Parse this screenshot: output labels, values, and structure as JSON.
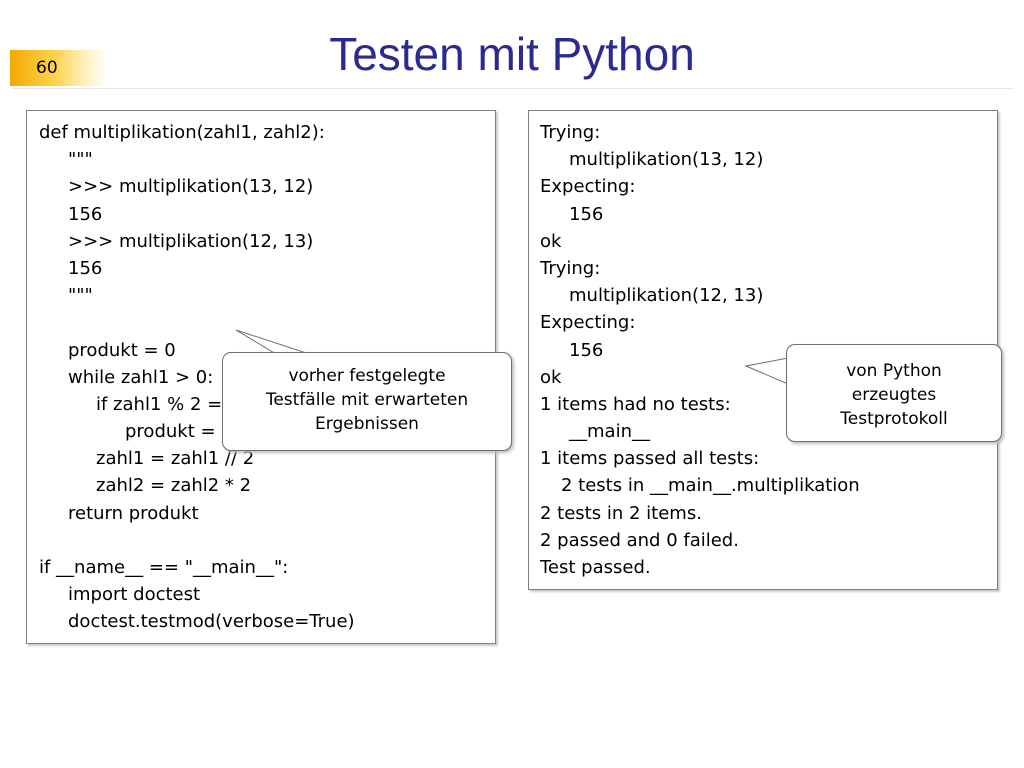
{
  "slide": {
    "number": "60",
    "title": "Testen mit Python"
  },
  "code": {
    "lines": [
      {
        "text": "def multiplikation(zahl1, zahl2):",
        "indent": 0
      },
      {
        "text": "\"\"\"",
        "indent": 1
      },
      {
        "text": ">>> multiplikation(13, 12)",
        "indent": 1
      },
      {
        "text": "156",
        "indent": 1
      },
      {
        "text": ">>> multiplikation(12, 13)",
        "indent": 1
      },
      {
        "text": "156",
        "indent": 1
      },
      {
        "text": "\"\"\"",
        "indent": 1
      },
      {
        "text": "",
        "indent": 0
      },
      {
        "text": "produkt = 0",
        "indent": 1
      },
      {
        "text": "while zahl1 > 0:",
        "indent": 1
      },
      {
        "text": "if zahl1 % 2 == 1:",
        "indent": 2
      },
      {
        "text": "produkt = produkt + zahl2",
        "indent": 3
      },
      {
        "text": "zahl1 = zahl1 // 2",
        "indent": 2
      },
      {
        "text": "zahl2 = zahl2 * 2",
        "indent": 2
      },
      {
        "text": "return produkt",
        "indent": 1
      },
      {
        "text": "",
        "indent": 0
      },
      {
        "text": "if __name__ == \"__main__\":",
        "indent": 0
      },
      {
        "text": "import doctest",
        "indent": 1
      },
      {
        "text": "doctest.testmod(verbose=True)",
        "indent": 1
      }
    ]
  },
  "output": {
    "lines": [
      {
        "text": "Trying:",
        "indent": 0
      },
      {
        "text": "multiplikation(13, 12)",
        "indent": 1
      },
      {
        "text": "Expecting:",
        "indent": 0
      },
      {
        "text": "156",
        "indent": 1
      },
      {
        "text": "ok",
        "indent": 0
      },
      {
        "text": "Trying:",
        "indent": 0
      },
      {
        "text": "multiplikation(12, 13)",
        "indent": 1
      },
      {
        "text": "Expecting:",
        "indent": 0
      },
      {
        "text": "156",
        "indent": 1
      },
      {
        "text": "ok",
        "indent": 0
      },
      {
        "text": "1 items had no tests:",
        "indent": 0
      },
      {
        "text": "__main__",
        "indent": 1
      },
      {
        "text": "1 items passed all tests:",
        "indent": 0
      },
      {
        "text": "2 tests in __main__.multiplikation",
        "indent": 2
      },
      {
        "text": "2 tests in 2 items.",
        "indent": 0
      },
      {
        "text": "2 passed and 0 failed.",
        "indent": 0
      },
      {
        "text": "Test passed.",
        "indent": 0
      }
    ]
  },
  "callouts": {
    "left": [
      "vorher festgelegte",
      "Testfälle mit erwarteten",
      "Ergebnissen"
    ],
    "right": [
      "von Python",
      "erzeugtes",
      "Testprotokoll"
    ]
  },
  "colors": {
    "title": "#2b2b8f",
    "page_number_band": "#f2a900",
    "box_border": "#7f7f7f"
  }
}
